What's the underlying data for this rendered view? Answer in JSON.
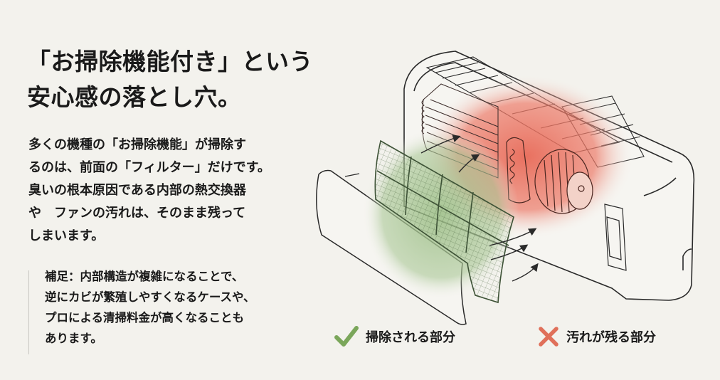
{
  "headline": {
    "lines": [
      "「お掃除機能付き」という",
      "安心感の落とし穴。"
    ]
  },
  "body": {
    "lines": [
      "多くの機種の「お掃除機能」が掃除す",
      "るのは、前面の「フィルター」だけです。",
      "臭いの根本原因である内部の熱交換器",
      "や　ファンの汚れは、そのまま残って",
      "しまいます。"
    ]
  },
  "note": {
    "lines": [
      "補足：内部構造が複雑になることで、",
      "逆にカビが繁殖しやすくなるケースや、",
      "プロによる清掃料金が高くなることも",
      "あります。"
    ]
  },
  "illustration": {
    "subject": "air-conditioner-cutaway",
    "cleaned_part": "filter",
    "dirty_parts": [
      "heat-exchanger",
      "fan"
    ]
  },
  "legend": {
    "cleaned": {
      "icon": "check-icon",
      "label": "掃除される部分",
      "color": "#7aa65a"
    },
    "dirty": {
      "icon": "cross-icon",
      "label": "汚れが残る部分",
      "color": "#e0705a"
    }
  },
  "colors": {
    "background": "#f3f2ed",
    "text": "#1a1a1a",
    "dirty_glow": "#e86a58",
    "clean_glow": "#9fc08a"
  }
}
